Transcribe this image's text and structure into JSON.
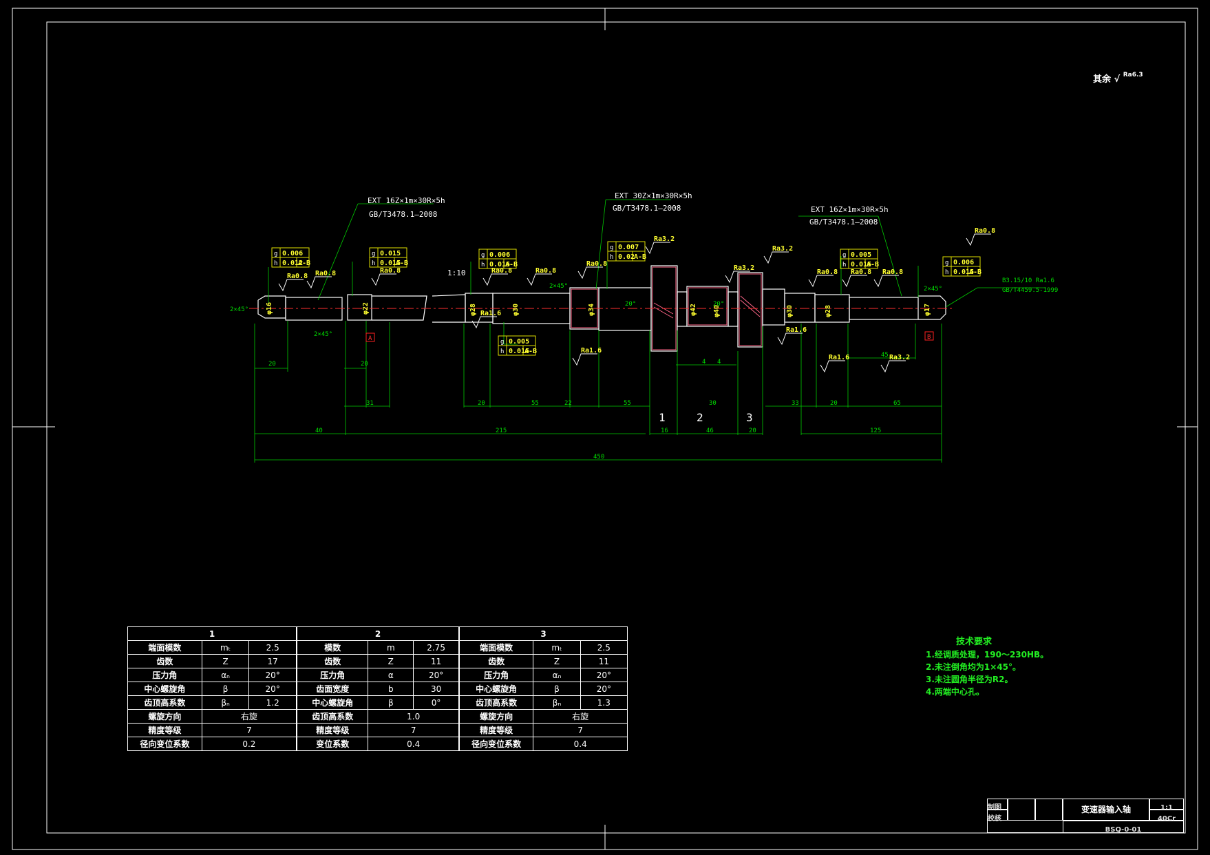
{
  "roughness_note": {
    "label": "其余",
    "value": "Ra6.3"
  },
  "annotations": {
    "spline_left": "EXT 16Z×1m×30R×5h",
    "spline_left_std": "GB/T3478.1—2008",
    "spline_mid": "EXT 30Z×1m×30R×5h",
    "spline_mid_std": "GB/T3478.1—2008",
    "spline_right": "EXT 16Z×1m×30R×5h",
    "spline_right_std": "GB/T3478.1—2008",
    "center_hole": "B3.15/10 Ra1.6",
    "center_hole_std": "GB/T4459.5-1999",
    "taper": "1:10",
    "chamfer_left": "2×45°",
    "chamfer_left2": "2×45°",
    "chamfer_mid": "2×45°",
    "chamfer_right": "2×45°",
    "datum_a": "A",
    "datum_b": "B",
    "angle_1": "20°",
    "angle_2": "20°"
  },
  "roughness_marks": [
    "Ra0.8",
    "Ra0.8",
    "Ra0.8",
    "Ra0.8",
    "Ra0.8",
    "Ra0.8",
    "Ra3.2",
    "Ra3.2",
    "Ra3.2",
    "Ra0.8",
    "Ra0.8",
    "Ra0.8",
    "Ra0.8",
    "Ra1.6",
    "Ra1.6",
    "Ra1.6",
    "Ra1.6",
    "Ra3.2"
  ],
  "tolerances": [
    {
      "a": "0.006",
      "b": "0.012",
      "ref": "A-B"
    },
    {
      "a": "0.015",
      "b": "0.015",
      "ref": "A-B"
    },
    {
      "a": "0.006",
      "b": "0.015",
      "ref": "A-B"
    },
    {
      "a": "0.007",
      "b": "0.02",
      "ref": "A-B"
    },
    {
      "a": "0.005",
      "b": "0.015",
      "ref": "A-B"
    },
    {
      "a": "0.005",
      "b": "0.015",
      "ref": "A-B"
    },
    {
      "a": "0.006",
      "b": "0.015",
      "ref": "A-B"
    }
  ],
  "diameters": [
    "φ16",
    "φ22",
    "φ28",
    "φ30",
    "φ34",
    "φ42",
    "φ40",
    "φ30",
    "φ28",
    "φ17"
  ],
  "dimensions": {
    "d_20a": "20",
    "d_20b": "20",
    "d_31": "31",
    "d_40": "40",
    "d_215": "215",
    "d_20c": "20",
    "d_55a": "55",
    "d_22": "22",
    "d_55b": "55",
    "d_16": "16",
    "d_4a": "4",
    "d_4b": "4",
    "d_30": "30",
    "d_46": "46",
    "d_20d": "20",
    "d_33": "33",
    "d_20e": "20",
    "d_45": "45",
    "d_65": "65",
    "d_125": "125",
    "d_450": "450"
  },
  "section_numbers": [
    "1",
    "2",
    "3"
  ],
  "gear_tables": [
    {
      "header": "1",
      "rows": [
        [
          "端面模数",
          "mₜ",
          "2.5"
        ],
        [
          "齿数",
          "Z",
          "17"
        ],
        [
          "压力角",
          "αₙ",
          "20°"
        ],
        [
          "中心螺旋角",
          "β",
          "20°"
        ],
        [
          "齿顶高系数",
          "βₙ",
          "1.2"
        ],
        [
          "螺旋方向",
          "右旋",
          ""
        ],
        [
          "精度等级",
          "7",
          ""
        ],
        [
          "径向变位系数",
          "0.2",
          ""
        ]
      ]
    },
    {
      "header": "2",
      "rows": [
        [
          "模数",
          "m",
          "2.75"
        ],
        [
          "齿数",
          "Z",
          "11"
        ],
        [
          "压力角",
          "α",
          "20°"
        ],
        [
          "齿面宽度",
          "b",
          "30"
        ],
        [
          "中心螺旋角",
          "β",
          "0°"
        ],
        [
          "齿顶高系数",
          "1.0",
          ""
        ],
        [
          "精度等级",
          "7",
          ""
        ],
        [
          "变位系数",
          "0.4",
          ""
        ]
      ]
    },
    {
      "header": "3",
      "rows": [
        [
          "端面模数",
          "mₜ",
          "2.5"
        ],
        [
          "齿数",
          "Z",
          "11"
        ],
        [
          "压力角",
          "αₙ",
          "20°"
        ],
        [
          "中心螺旋角",
          "β",
          "20°"
        ],
        [
          "齿顶高系数",
          "βₙ",
          "1.3"
        ],
        [
          "螺旋方向",
          "右旋",
          ""
        ],
        [
          "精度等级",
          "7",
          ""
        ],
        [
          "径向变位系数",
          "0.4",
          ""
        ]
      ]
    }
  ],
  "notes": {
    "title": "技术要求",
    "items": [
      "1.经调质处理，190～230HB。",
      "2.未注倒角均为1×45°。",
      "3.未注圆角半径为R2。",
      "4.两端中心孔。"
    ]
  },
  "title_block": {
    "drafter": "制图",
    "checker": "校核",
    "part_name": "变速器输入轴",
    "scale": "1:1",
    "material": "40Cr",
    "drawing_no": "BSQ-0-01"
  },
  "colors": {
    "background": "#000000",
    "outline": "#ffffff",
    "dimension": "#00cc00",
    "annotation": "#ffff30",
    "datum": "#ff2020"
  }
}
